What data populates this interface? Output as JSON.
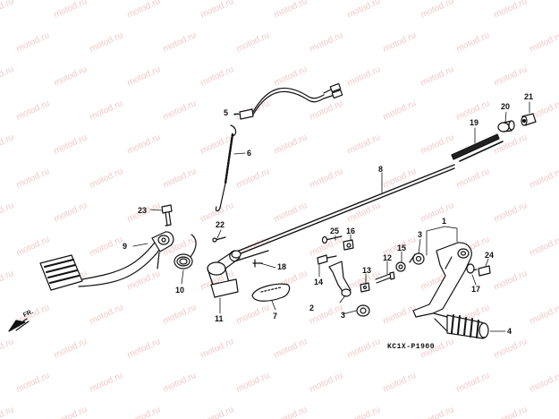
{
  "watermark": {
    "text": "motod.ru",
    "color": "#f2c9c9"
  },
  "diagram": {
    "code": "KC1X-P1900",
    "direction": "FR.",
    "callouts": [
      "1",
      "2",
      "3",
      "3",
      "4",
      "5",
      "6",
      "7",
      "8",
      "9",
      "10",
      "11",
      "12",
      "13",
      "14",
      "15",
      "16",
      "17",
      "18",
      "19",
      "20",
      "21",
      "22",
      "23",
      "24",
      "25"
    ]
  }
}
